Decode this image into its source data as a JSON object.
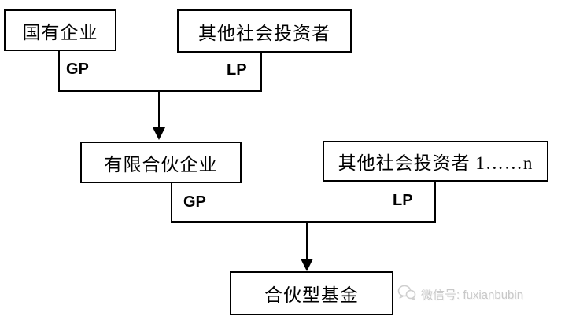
{
  "diagram": {
    "boxes": [
      {
        "id": "state-owned-enterprise",
        "label": "国有企业"
      },
      {
        "id": "other-social-investors",
        "label": "其他社会投资者"
      },
      {
        "id": "limited-partnership-enterprise",
        "label": "有限合伙企业"
      },
      {
        "id": "other-social-investors-n",
        "label": "其他社会投资者 1……n"
      },
      {
        "id": "partnership-fund",
        "label": "合伙型基金"
      }
    ],
    "role_labels": [
      {
        "role": "GP",
        "attached_to": "state-owned-enterprise"
      },
      {
        "role": "LP",
        "attached_to": "other-social-investors"
      },
      {
        "role": "GP",
        "attached_to": "limited-partnership-enterprise"
      },
      {
        "role": "LP",
        "attached_to": "other-social-investors-n"
      }
    ],
    "edges": [
      {
        "from": [
          "state-owned-enterprise",
          "other-social-investors"
        ],
        "to": "limited-partnership-enterprise",
        "type": "merged-arrow"
      },
      {
        "from": [
          "limited-partnership-enterprise",
          "other-social-investors-n"
        ],
        "to": "partnership-fund",
        "type": "merged-arrow"
      }
    ],
    "colors": {
      "line": "#000000",
      "box_border": "#000000",
      "text": "#000000",
      "background": "#ffffff",
      "watermark": "#c8c8c8"
    }
  },
  "watermark": {
    "icon": "wechat-icon",
    "text": "微信号: fuxianbubin"
  }
}
